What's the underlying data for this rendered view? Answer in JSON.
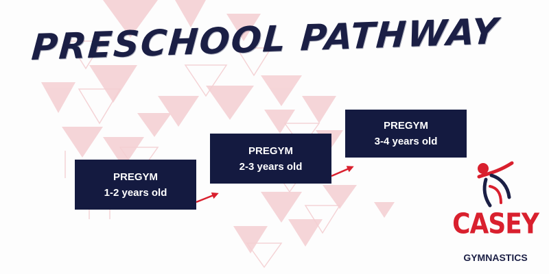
{
  "title": "PRESCHOOL PATHWAY",
  "steps": [
    {
      "program": "PREGYM",
      "ages": "1-2 years old"
    },
    {
      "program": "PREGYM",
      "ages": "2-3 years old"
    },
    {
      "program": "PREGYM",
      "ages": "3-4 years old"
    }
  ],
  "logo": {
    "name": "CASEY",
    "subtitle": "GYMNASTICS",
    "icon": "gymnast-figure-icon"
  },
  "colors": {
    "navy": "#141a40",
    "title": "#1b1f45",
    "accent_red": "#d9202e",
    "triangle_pink": "#f2c9cc"
  }
}
